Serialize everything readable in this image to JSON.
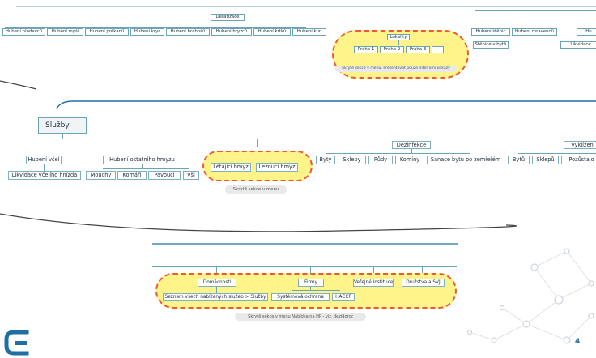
{
  "section1": {
    "root": "Deratizace",
    "branches": [
      "Hubení hlodavců",
      "Hubení myší",
      "Hubení potkanů",
      "Hubení krys",
      "Hubení hrabošů",
      "Hubení hryzců",
      "Hubení krtků",
      "Hubení kun"
    ],
    "lokality": "Lokality",
    "praha": [
      "Praha 1",
      "Praha 2",
      "Praha 3"
    ],
    "note": "Skrytě sekce v menu. Prezentovat pouze interními odkazy",
    "right_boxes": [
      "Hubení štěnic",
      "Hubení mravenců",
      "Hu"
    ],
    "right_children": [
      "Štěnice v bytě",
      "Likvidace"
    ]
  },
  "section2": {
    "title": "Služby",
    "vcel": "Hubení včel",
    "vcel_child": "Likvidace včelího hnízda",
    "hmyz": "Hubení ostatního hmyzu",
    "hmyz_children": [
      "Mouchy",
      "Komáři",
      "Pavouci",
      "Vši"
    ],
    "yellow": [
      "Létající hmyz",
      "Lezoucí hmyz"
    ],
    "note": "Skrytě sekce v menu",
    "dez": "Dezinfekce",
    "dez_children": [
      "Byty",
      "Sklepy",
      "Půdy",
      "Komíny",
      "Sanace bytu po zemřelém"
    ],
    "vyk": "Vyklízen",
    "vyk_children": [
      "Bytů",
      "Sklepů",
      "Pozůstalo"
    ]
  },
  "section3": {
    "row1": [
      "Domácnosti",
      "Firmy",
      "Veřejné instituce",
      "Družstva a SVJ"
    ],
    "row2": [
      "Seznam všech nabízených služeb > Služby",
      "Systémová ochrana",
      "HACCP"
    ],
    "note": "Skrytě sekce v menu Nabídka na HP - viz. dezidorcz"
  },
  "page_number": "4",
  "colors": {
    "line": "#6aa5b6",
    "accent": "#1f6fa5",
    "highlight": "#fff48a",
    "dash": "#e85a3c"
  }
}
